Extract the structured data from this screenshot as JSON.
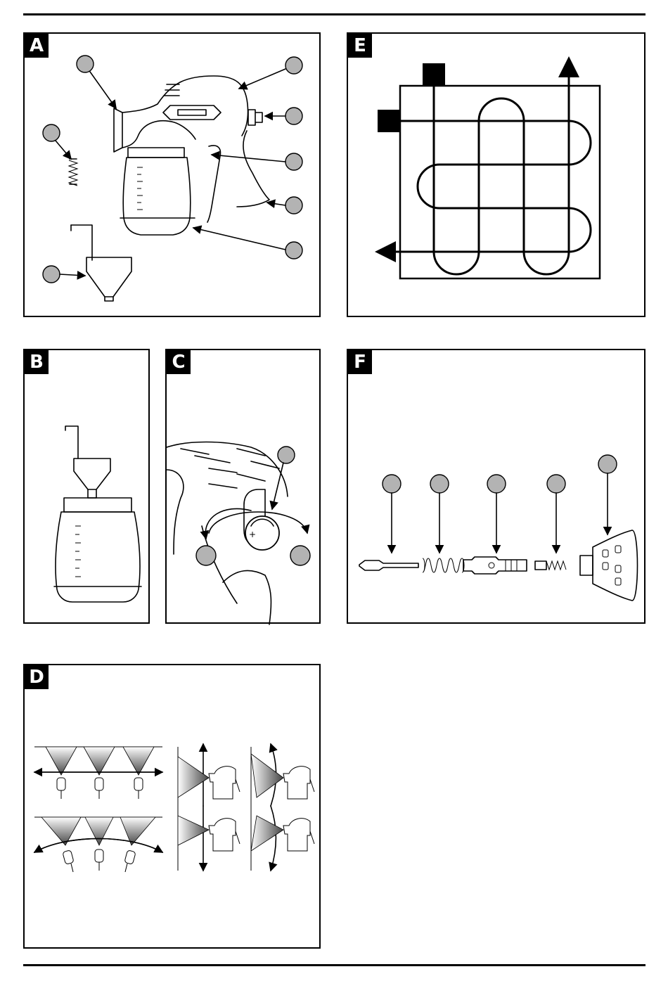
{
  "panels": {
    "A": {
      "label": "A"
    },
    "B": {
      "label": "B"
    },
    "C": {
      "label": "C"
    },
    "D": {
      "label": "D"
    },
    "E": {
      "label": "E"
    },
    "F": {
      "label": "F"
    }
  },
  "icons": {
    "callout": "grey-circle-callout",
    "arrow": "arrow-icon",
    "start_marker": "black-square-marker"
  }
}
